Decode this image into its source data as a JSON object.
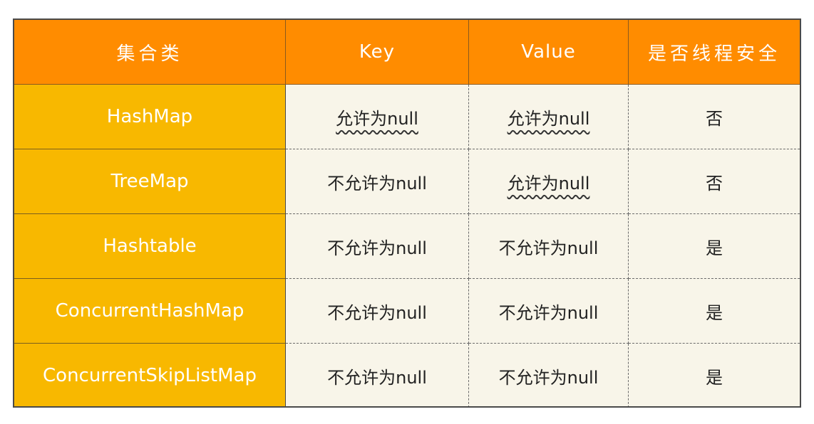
{
  "table": {
    "headers": [
      "集合类",
      "Key",
      "Value",
      "是否线程安全"
    ],
    "rows": [
      {
        "name": "HashMap",
        "key": "允许为null",
        "value": "允许为null",
        "thread_safe": "否",
        "key_underlined": true,
        "value_underlined": true
      },
      {
        "name": "TreeMap",
        "key": "不允许为null",
        "value": "允许为null",
        "thread_safe": "否",
        "key_underlined": false,
        "value_underlined": true
      },
      {
        "name": "Hashtable",
        "key": "不允许为null",
        "value": "不允许为null",
        "thread_safe": "是",
        "key_underlined": false,
        "value_underlined": false
      },
      {
        "name": "ConcurrentHashMap",
        "key": "不允许为null",
        "value": "不允许为null",
        "thread_safe": "是",
        "key_underlined": false,
        "value_underlined": false
      },
      {
        "name": "ConcurrentSkipListMap",
        "key": "不允许为null",
        "value": "不允许为null",
        "thread_safe": "是",
        "key_underlined": false,
        "value_underlined": false
      }
    ]
  },
  "colors": {
    "header_bg": "#ff8c00",
    "name_col_bg": "#f8b800",
    "data_cell_bg": "#f8f5e9",
    "border": "#4a4a4a"
  }
}
